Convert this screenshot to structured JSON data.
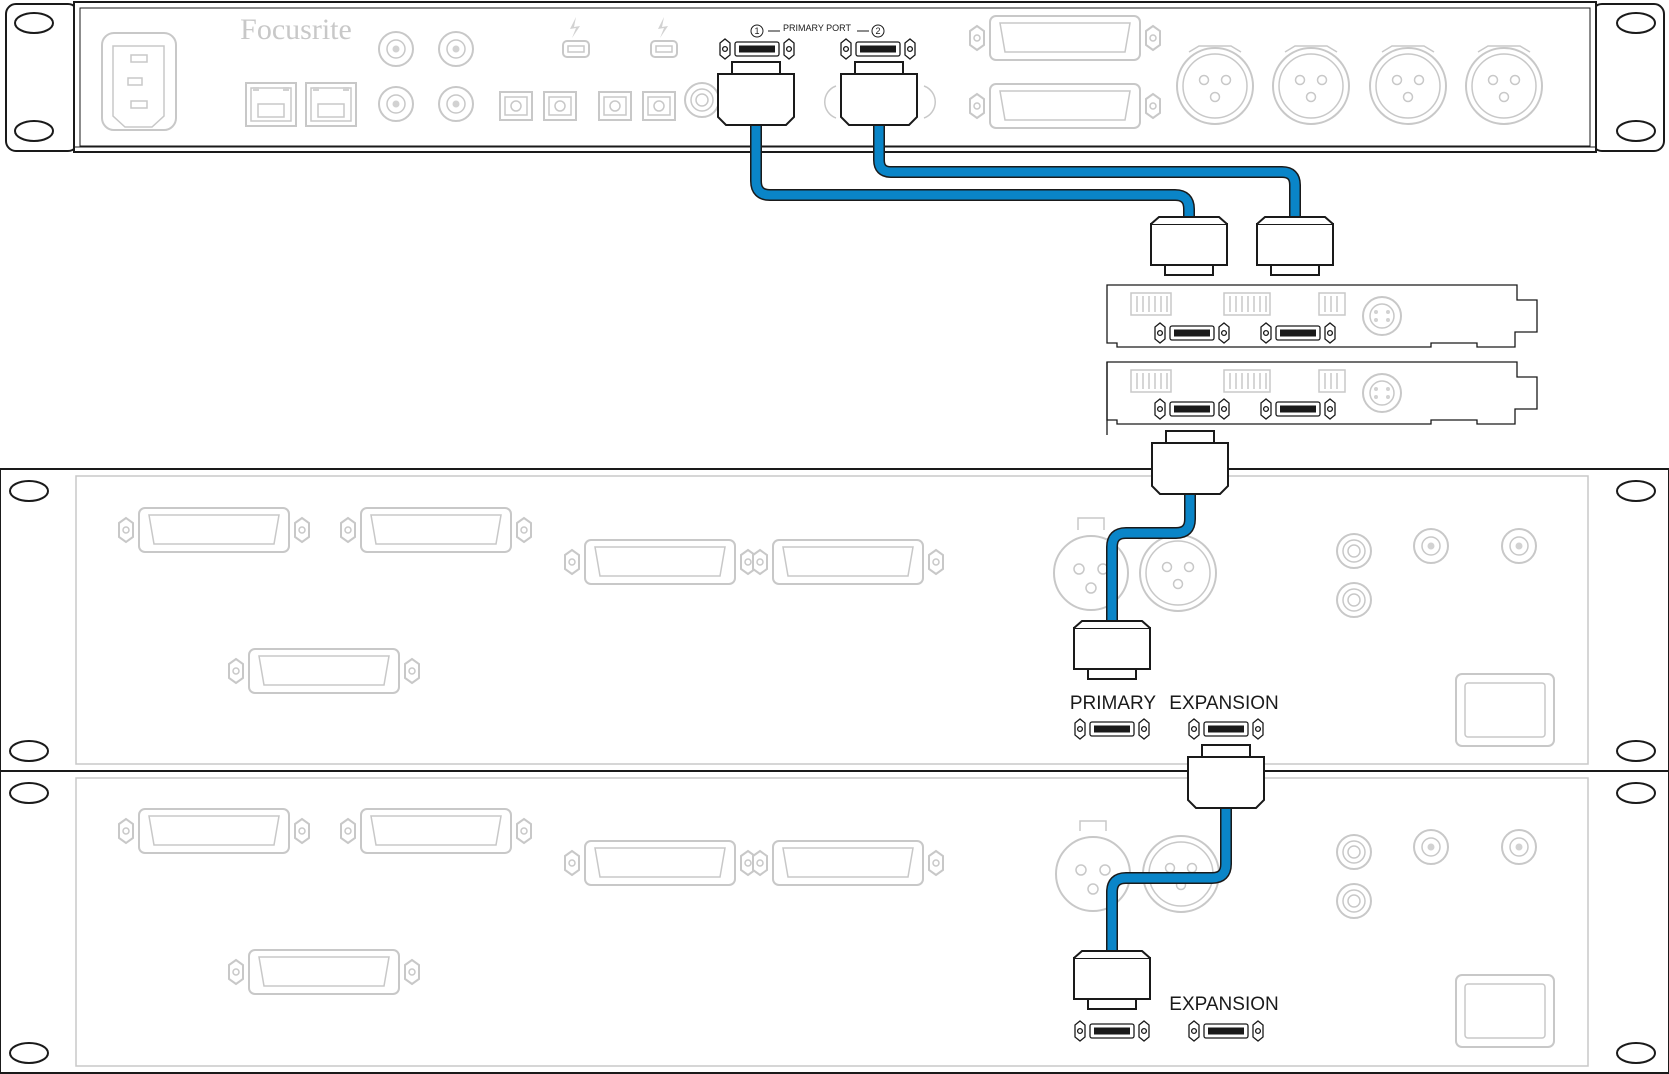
{
  "brand": "Focusrite",
  "labels": {
    "primary_port": "PRIMARY PORT",
    "port_1": "1",
    "port_2": "2",
    "primary": "PRIMARY",
    "expansion_1": "EXPANSION",
    "expansion_2": "EXPANSION"
  },
  "colors": {
    "cable": "#0a85c8",
    "outline": "#1a1a1a",
    "ghost": "#c8c8c8"
  }
}
